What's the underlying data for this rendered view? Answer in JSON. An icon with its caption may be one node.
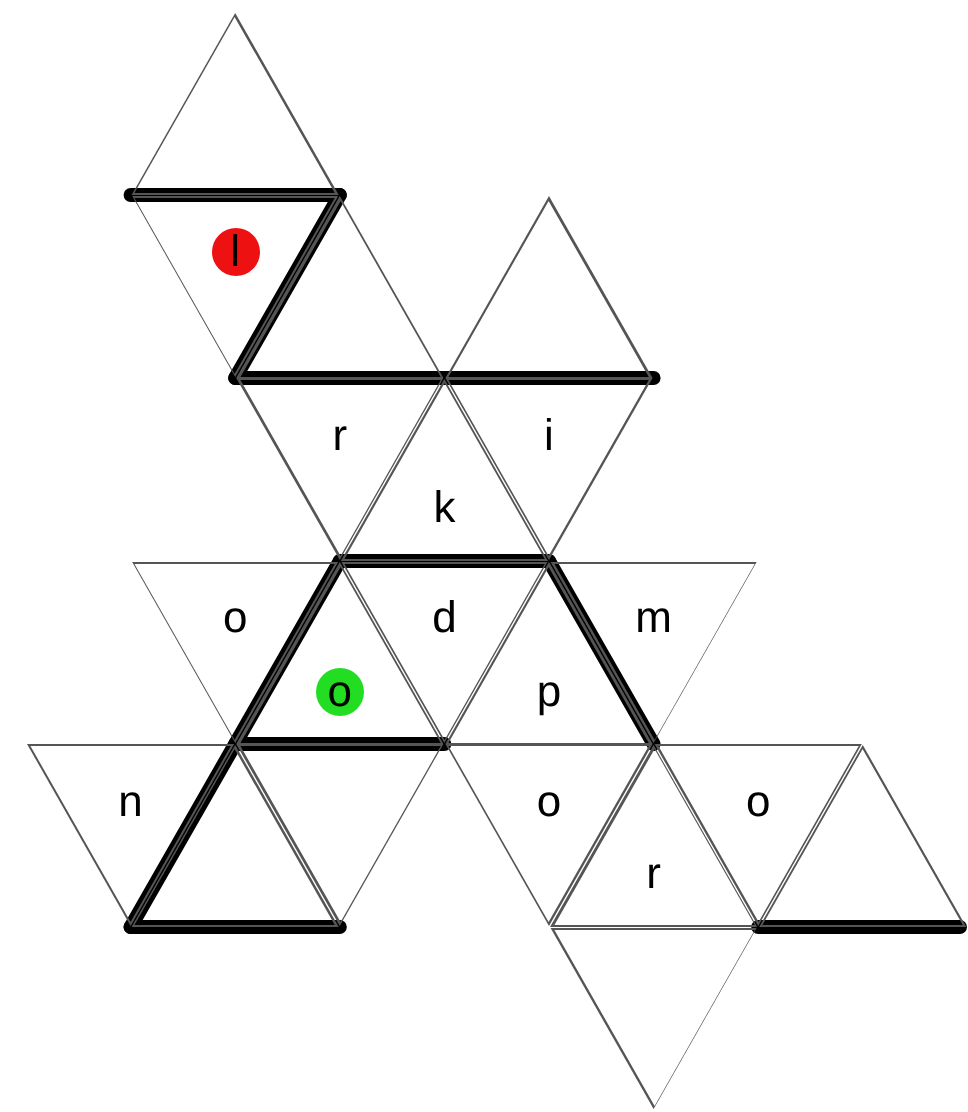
{
  "diagram": {
    "nodes": [
      {
        "text": [],
        "shape": "triangle"
      },
      {
        "text": [
          "l"
        ]
      },
      {
        "text": [],
        "shape": "triangle"
      },
      {
        "text": [],
        "shape": "triangle"
      },
      {
        "text": [
          "r"
        ]
      },
      {
        "text": [
          "k"
        ]
      },
      {
        "text": [
          "i"
        ]
      },
      {
        "text": [
          "o"
        ]
      },
      {
        "text": [
          "o"
        ]
      },
      {
        "text": [
          "d"
        ]
      },
      {
        "text": [
          "p"
        ]
      },
      {
        "text": [
          "m"
        ]
      },
      {
        "text": [
          "n"
        ]
      },
      {
        "text": [],
        "shape": "triangle"
      },
      {
        "text": [],
        "shape": "triangle"
      },
      {
        "text": [
          "o"
        ]
      },
      {
        "text": [
          "r"
        ]
      },
      {
        "text": [
          "o"
        ]
      },
      {
        "text": [],
        "shape": "triangle"
      },
      {
        "text": [],
        "shape": "triangle"
      }
    ]
  }
}
